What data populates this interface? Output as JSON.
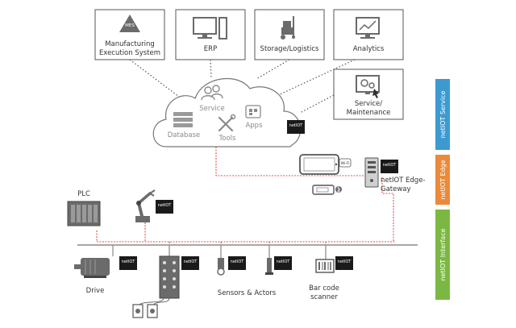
{
  "top_boxes": {
    "mes": {
      "icon_text": "MES",
      "line1": "Manufacturing",
      "line2": "Execution System"
    },
    "erp": {
      "label": "ERP"
    },
    "storage": {
      "label": "Storage/Logistics"
    },
    "analytics": {
      "label": "Analytics"
    },
    "service_maintenance": {
      "line1": "Service/",
      "line2": "Maintenance"
    }
  },
  "cloud": {
    "service": "Service",
    "database": "Database",
    "tools": "Tools",
    "apps": "Apps"
  },
  "badge": {
    "text": "netIOT"
  },
  "gateway": {
    "line1": "netIOT Edge-",
    "line2": "Gateway"
  },
  "wifi_label": "Wi-Fi",
  "devices": {
    "plc": "PLC",
    "drive": "Drive",
    "sensors_actors": "Sensors & Actors",
    "barcode_line1": "Bar code",
    "barcode_line2": "scanner"
  },
  "side_tabs": [
    {
      "label": "netIOT Service",
      "color": "#3d9ad1"
    },
    {
      "label": "netIOT Edge",
      "color": "#ec8a3a"
    },
    {
      "label": "netIOT Interface",
      "color": "#7bb843"
    }
  ],
  "colors": {
    "connection_red": "#d9534f",
    "icon_gray": "#6b6b6b",
    "badge_black": "#1a1a1a"
  }
}
